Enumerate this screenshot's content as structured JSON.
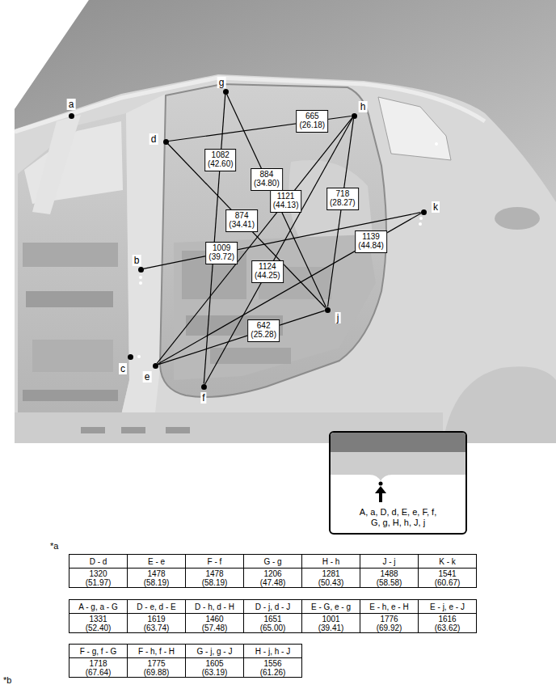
{
  "diagram": {
    "nodes": [
      {
        "text": [
          "a"
        ]
      },
      {
        "text": [
          "b"
        ]
      },
      {
        "text": [
          "c"
        ]
      },
      {
        "text": [
          "d"
        ]
      },
      {
        "text": [
          "e"
        ]
      },
      {
        "text": [
          "f"
        ]
      },
      {
        "text": [
          "g"
        ]
      },
      {
        "text": [
          "h"
        ]
      },
      {
        "text": [
          "j"
        ]
      },
      {
        "text": [
          "k"
        ]
      },
      {
        "text": [
          "A, a, D, d, E, e, F, f, G, g, H, h, J, j"
        ]
      }
    ],
    "edges": [
      {
        "from": 3,
        "to": 7,
        "arrow": "none",
        "label": "665 (26.18)"
      },
      {
        "from": 6,
        "to": 5,
        "arrow": "none",
        "label": "1082 (42.60)"
      },
      {
        "from": 6,
        "to": 8,
        "arrow": "none",
        "label": "884 (34.80)"
      },
      {
        "from": 3,
        "to": 8,
        "arrow": "none",
        "label": "874 (34.41)"
      },
      {
        "from": 7,
        "to": 4,
        "arrow": "none",
        "label": "1121 (44.13)"
      },
      {
        "from": 7,
        "to": 8,
        "arrow": "none",
        "label": "718 (28.27)"
      },
      {
        "from": 1,
        "to": 9,
        "arrow": "none",
        "label": "1009 (39.72)"
      },
      {
        "from": 9,
        "to": 4,
        "arrow": "none",
        "label": "1139 (44.84)"
      },
      {
        "from": 7,
        "to": 5,
        "arrow": "none",
        "label": "1124 (44.25)"
      },
      {
        "from": 4,
        "to": 8,
        "arrow": "none",
        "label": "642 (25.28)"
      }
    ],
    "labels": [
      "*a",
      "D - d",
      "E - e",
      "F - f",
      "G - g",
      "H - h",
      "J - j",
      "K - k",
      "1320 (51.97)",
      "1478 (58.19)",
      "1478 (58.19)",
      "1206 (47.48)",
      "1281 (50.43)",
      "1488 (58.58)",
      "1541 (60.67)",
      "A - g, a - G",
      "D - e, d - E",
      "D - h, d - H",
      "D - j, d - J",
      "E - G, e - g",
      "E - h, e - H",
      "E - j, e - J",
      "1331 (52.40)",
      "1619 (63.74)",
      "1460 (57.48)",
      "1651 (65.00)",
      "1001 (39.41)",
      "1776 (69.92)",
      "1616 (63.62)",
      "F - g, f - G",
      "F - h, f - H",
      "G - j, g - J",
      "H - j, h - J",
      "1718 (67.64)",
      "1775 (69.88)",
      "1605 (63.19)",
      "1556 (61.26)",
      "*b"
    ]
  }
}
